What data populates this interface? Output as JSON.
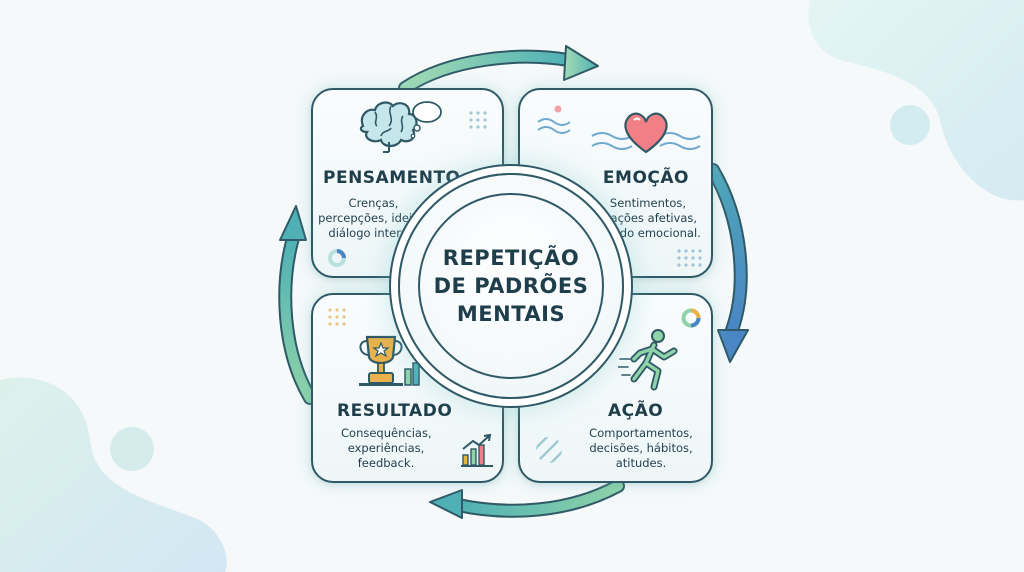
{
  "center": {
    "lines": [
      "REPETIÇÃO",
      "DE PADRÕES",
      "MENTAIS"
    ]
  },
  "cards": {
    "pensamento": {
      "title": "PENSAMENTO",
      "lines": [
        "Crenças,",
        "percepções, ideias,",
        "diálogo interno."
      ],
      "icon": "brain-icon"
    },
    "emocao": {
      "title": "EMOÇÃO",
      "lines": [
        "Sentimentos,",
        "reações afetivas,",
        "estado emocional."
      ],
      "icon": "heart-icon"
    },
    "resultado": {
      "title": "RESULTADO",
      "lines": [
        "Consequências,",
        "experiências,",
        "feedback."
      ],
      "icon": "trophy-icon"
    },
    "acao": {
      "title": "AÇÃO",
      "lines": [
        "Comportamentos,",
        "decisões, hábitos,",
        "atitudes."
      ],
      "icon": "running-person-icon"
    }
  },
  "colors": {
    "outline": "#2f5966",
    "text": "#1f3e4b",
    "arrow_green": "#8fd3a8",
    "arrow_teal": "#4fb0b5",
    "arrow_blue": "#4a86c5",
    "heart": "#f27f86",
    "wave": "#6fa9cc",
    "trophy": "#e9b24a"
  }
}
